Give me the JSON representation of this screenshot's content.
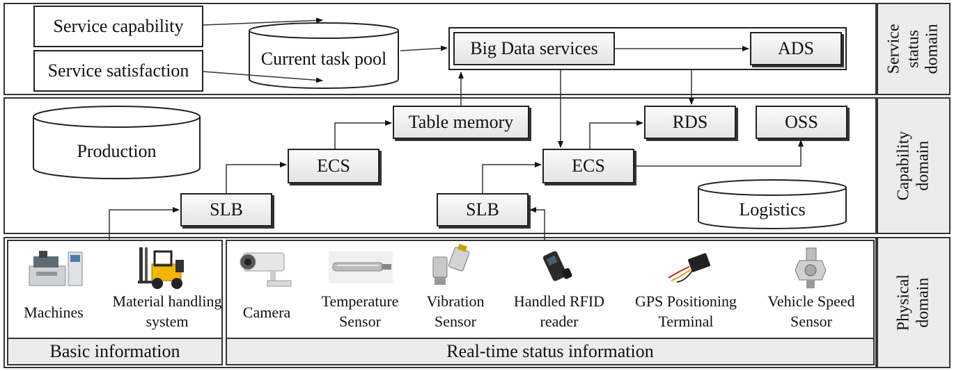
{
  "service_domain": {
    "label": "Service status domain",
    "service_capability": "Service capability",
    "service_satisfaction": "Service satisfaction",
    "task_pool": "Current task pool",
    "big_data": "Big Data services",
    "ads": "ADS"
  },
  "capability_domain": {
    "label": "Capability domain",
    "production": "Production",
    "logistics": "Logistics",
    "table_memory": "Table memory",
    "ecs_left": "ECS",
    "ecs_right": "ECS",
    "slb_left": "SLB",
    "slb_right": "SLB",
    "rds": "RDS",
    "oss": "OSS"
  },
  "physical_domain": {
    "label": "Physical domain",
    "basic_info": "Basic information",
    "realtime_info": "Real-time status information",
    "devices": [
      {
        "label": "Machines",
        "icon": "machine-icon"
      },
      {
        "label": "Material handling system",
        "icon": "forklift-icon"
      },
      {
        "label": "Camera",
        "icon": "camera-icon"
      },
      {
        "label": "Temperature Sensor",
        "icon": "temperature-sensor-icon"
      },
      {
        "label": "Vibration Sensor",
        "icon": "vibration-sensor-icon"
      },
      {
        "label": "Handled RFID reader",
        "icon": "rfid-reader-icon"
      },
      {
        "label": "GPS Positioning Terminal",
        "icon": "gps-terminal-icon"
      },
      {
        "label": "Vehicle Speed Sensor",
        "icon": "speed-sensor-icon"
      }
    ]
  }
}
